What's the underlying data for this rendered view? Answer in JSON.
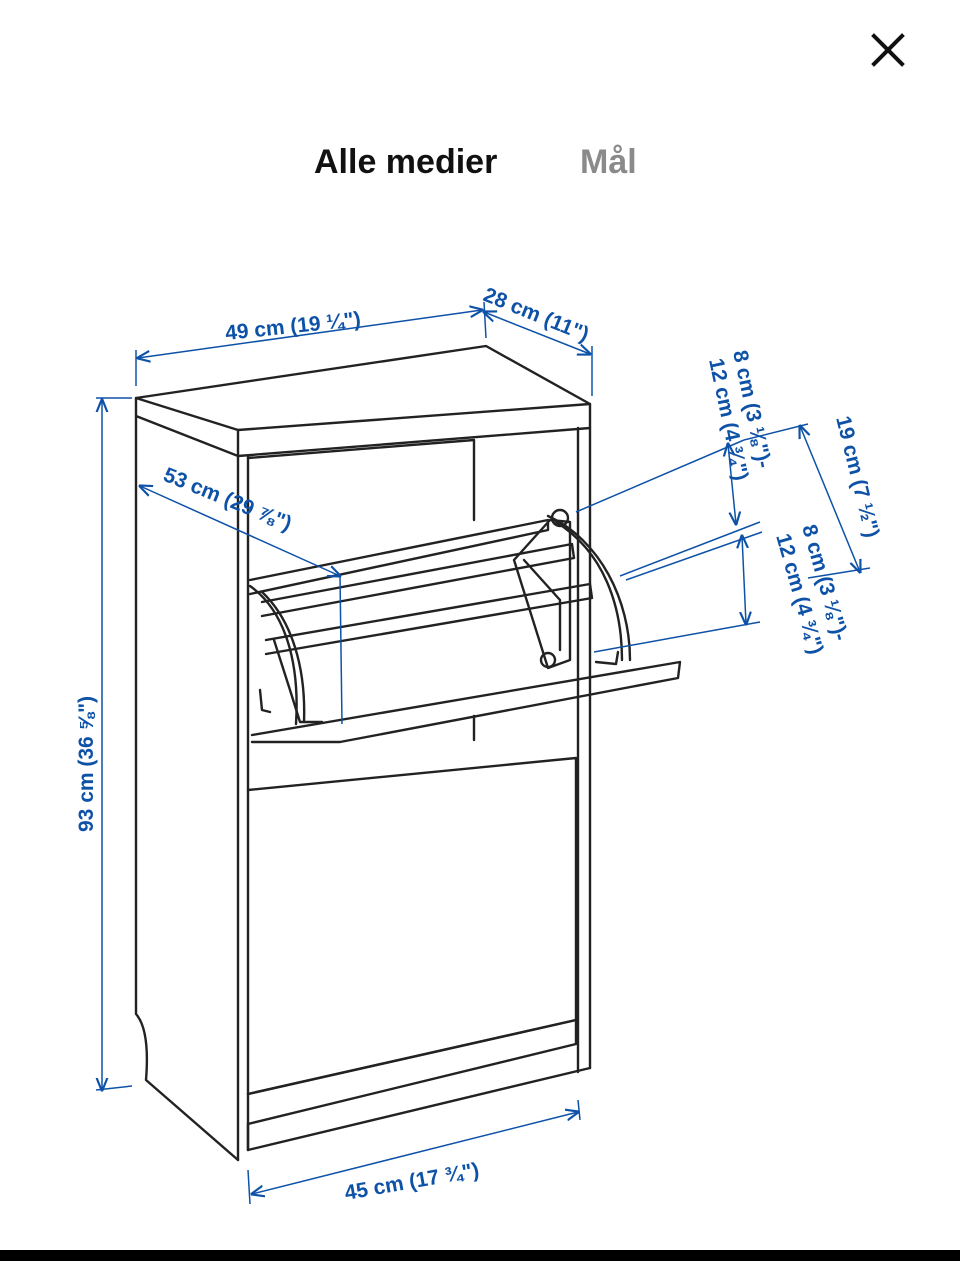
{
  "tabs": [
    {
      "label": "Alle medier",
      "active": true
    },
    {
      "label": "Mål",
      "active": false
    }
  ],
  "icons": {
    "close": "close-icon"
  },
  "colors": {
    "dimension": "#0e52a8",
    "line": "#222222",
    "tab_active": "#111111",
    "tab_inactive": "#8a8a8a"
  },
  "dimensions": {
    "width_top": "49 cm (19 ¼\")",
    "depth": "28 cm (11\")",
    "height": "93 cm (36 ⅝\")",
    "flap_open": "53 cm (29 ⅞\")",
    "compartment_a_line1": "8 cm (3 ⅛\")-",
    "compartment_a_line2": "12 cm (4 ¾\")",
    "compartment_total": "19 cm (7 ½\")",
    "compartment_b_line1": "8 cm (3 ⅛\")-",
    "compartment_b_line2": "12 cm (4 ¾\")",
    "width_bottom": "45 cm (17 ¾\")"
  }
}
